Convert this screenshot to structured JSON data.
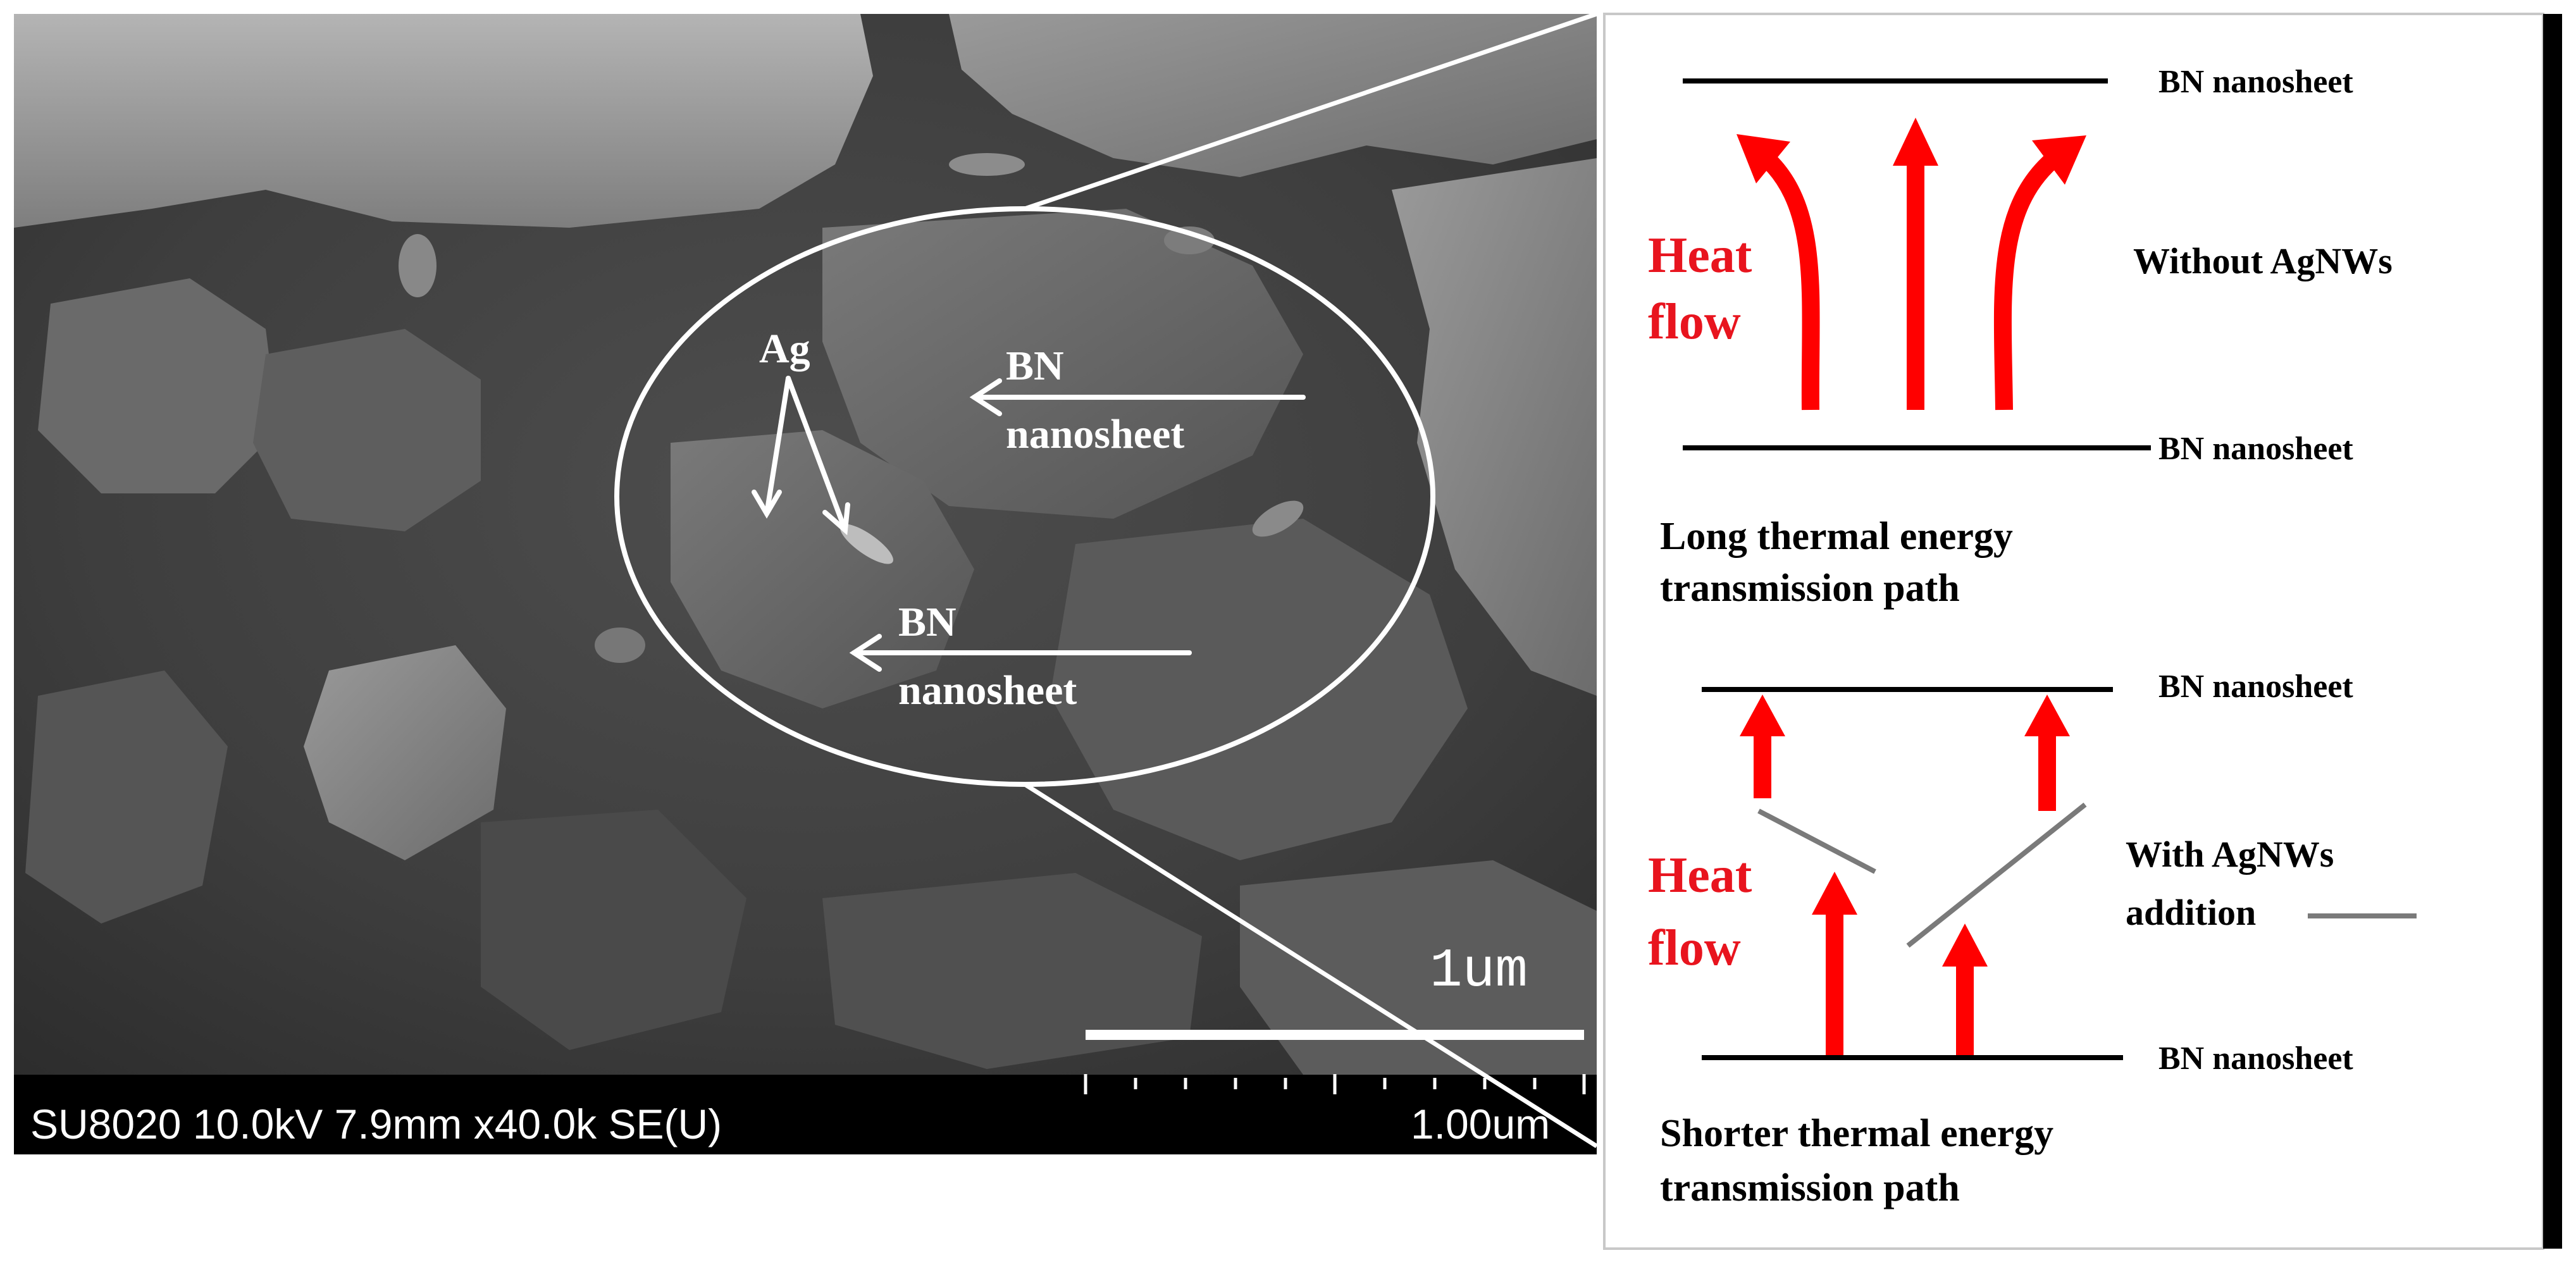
{
  "sem": {
    "particle_label": "Ag",
    "bn_label_1_line1": "BN",
    "bn_label_1_line2": "nanosheet",
    "bn_label_2_line1": "BN",
    "bn_label_2_line2": "nanosheet",
    "scale_label": "1um",
    "info_bar_text": "SU8020 10.0kV 7.9mm x40.0k SE(U)",
    "info_bar_scale": "1.00um"
  },
  "top_schematic": {
    "top_sheet_label": "BN nanosheet",
    "bottom_sheet_label": "BN nanosheet",
    "heat_line1": "Heat",
    "heat_line2": "flow",
    "condition_label": "Without AgNWs",
    "path_line1": "Long thermal energy",
    "path_line2": "transmission path"
  },
  "bottom_schematic": {
    "top_sheet_label": "BN nanosheet",
    "bottom_sheet_label": "BN nanosheet",
    "heat_line1": "Heat",
    "heat_line2": "flow",
    "condition_line1": "With AgNWs",
    "condition_line2": "addition",
    "path_line1": "Shorter thermal energy",
    "path_line2": "transmission path"
  },
  "colors": {
    "heat_arrow": "#ff0000",
    "heat_text": "#e8141e",
    "sheet_line": "#000000",
    "agnw_segment": "#7a7a7a",
    "sem_annotation": "#ffffff",
    "info_bar_bg": "#000000",
    "panel_border": "#c8c8c8"
  }
}
